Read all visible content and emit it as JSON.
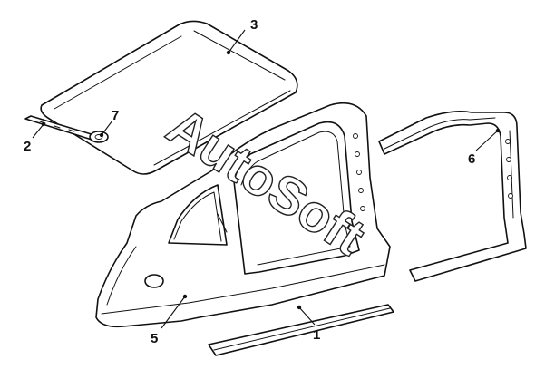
{
  "diagram": {
    "watermark": "AutoSoft",
    "callouts": [
      {
        "id": "c1",
        "label": "1"
      },
      {
        "id": "c2",
        "label": "2"
      },
      {
        "id": "c3",
        "label": "3"
      },
      {
        "id": "c5",
        "label": "5"
      },
      {
        "id": "c6",
        "label": "6"
      },
      {
        "id": "c7",
        "label": "7"
      }
    ],
    "colors": {
      "line": "#111111",
      "background": "#ffffff"
    }
  }
}
